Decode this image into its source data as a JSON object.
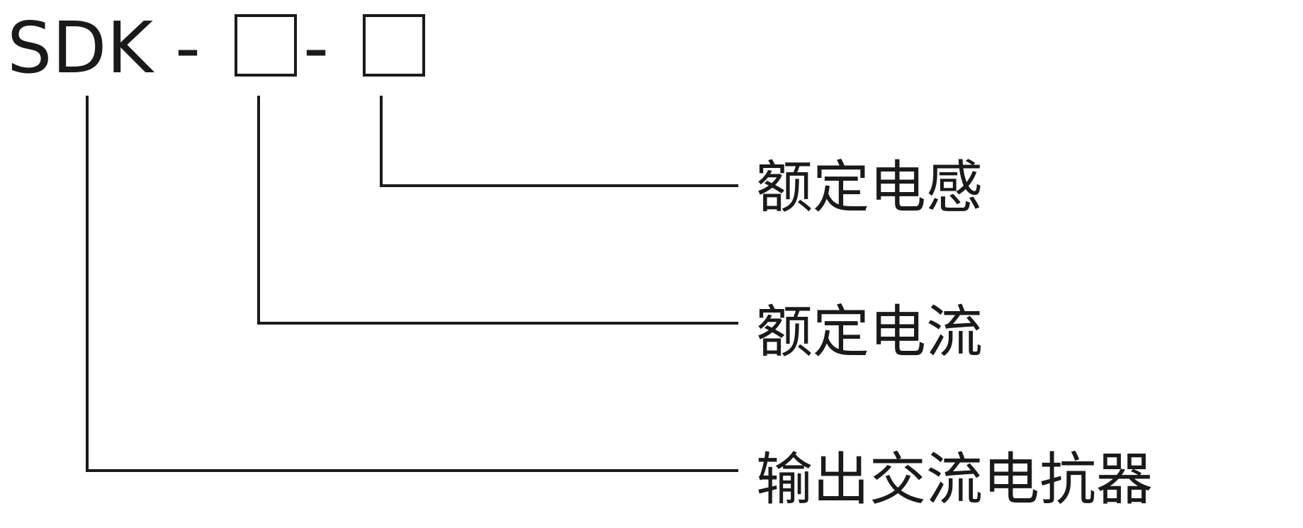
{
  "model": {
    "prefix": "SDK",
    "dash_1": "-",
    "dash_2": "-"
  },
  "labels": {
    "rated_inductance": "额定电感",
    "rated_current": "额定电流",
    "product_type": "输出交流电抗器"
  }
}
